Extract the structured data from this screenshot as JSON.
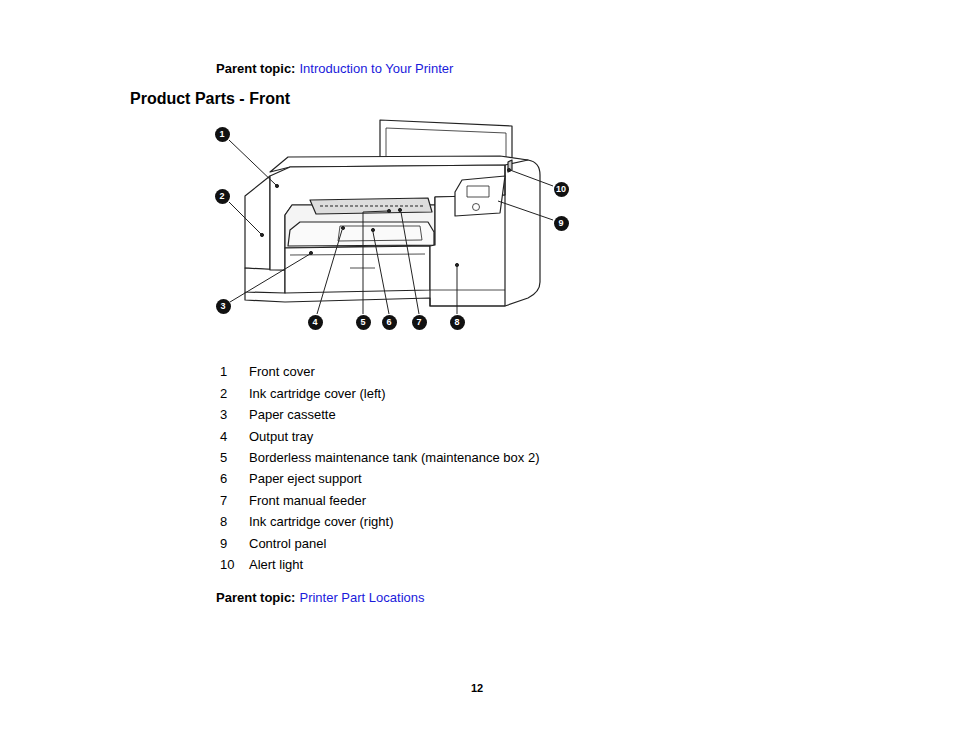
{
  "diagram": {
    "title": "Product Parts - Front",
    "nodes": [
      {
        "text": [
          "1"
        ]
      },
      {
        "text": [
          "2"
        ]
      },
      {
        "text": [
          "3"
        ]
      },
      {
        "text": [
          "4"
        ]
      },
      {
        "text": [
          "5"
        ]
      },
      {
        "text": [
          "6"
        ]
      },
      {
        "text": [
          "7"
        ]
      },
      {
        "text": [
          "8"
        ]
      },
      {
        "text": [
          "9"
        ]
      },
      {
        "text": [
          "10"
        ]
      }
    ],
    "labels": [
      "Parent topic:",
      "Introduction to Your Printer",
      "1",
      "Front cover",
      "2",
      "Ink cartridge cover (left)",
      "3",
      "Paper cassette",
      "4",
      "Output tray",
      "5",
      "Borderless maintenance tank (maintenance box 2)",
      "6",
      "Paper eject support",
      "7",
      "Front manual feeder",
      "8",
      "Ink cartridge cover (right)",
      "9",
      "Control panel",
      "10",
      "Alert light",
      "Parent topic:",
      "Printer Part Locations",
      "12"
    ]
  }
}
